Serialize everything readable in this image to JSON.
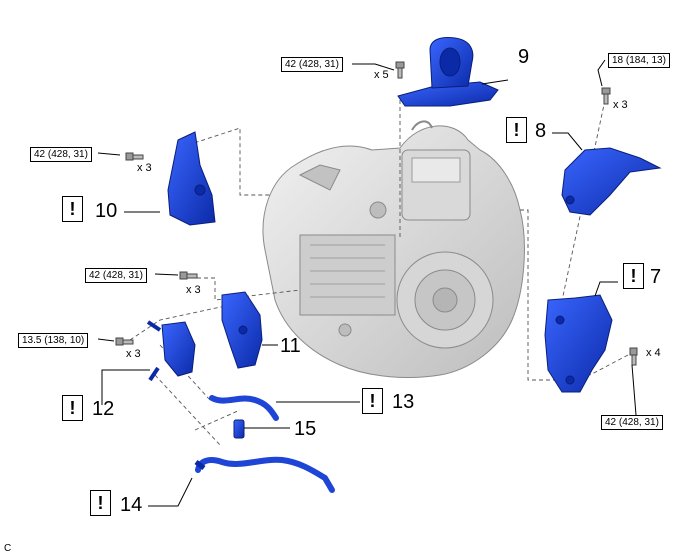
{
  "torque_specs": {
    "t9": "42 (428, 31)",
    "t8": "18 (184, 13)",
    "t10": "42 (428, 31)",
    "t11": "42 (428, 31)",
    "t12": "13.5 (138, 10)",
    "t7": "42 (428, 31)"
  },
  "quantities": {
    "q9": "x 5",
    "q8": "x 3",
    "q10": "x 3",
    "q11": "x 3",
    "q12": "x 3",
    "q7": "x 4"
  },
  "callouts": {
    "c7": "7",
    "c8": "8",
    "c9": "9",
    "c10": "10",
    "c11": "11",
    "c12": "12",
    "c13": "13",
    "c14": "14",
    "c15": "15"
  },
  "warning_symbol": "!",
  "corner_label": "C",
  "colors": {
    "part_blue": "#1f45d6",
    "part_dark": "#0d2a9a",
    "transmission_gray": "#cfcfcf"
  }
}
